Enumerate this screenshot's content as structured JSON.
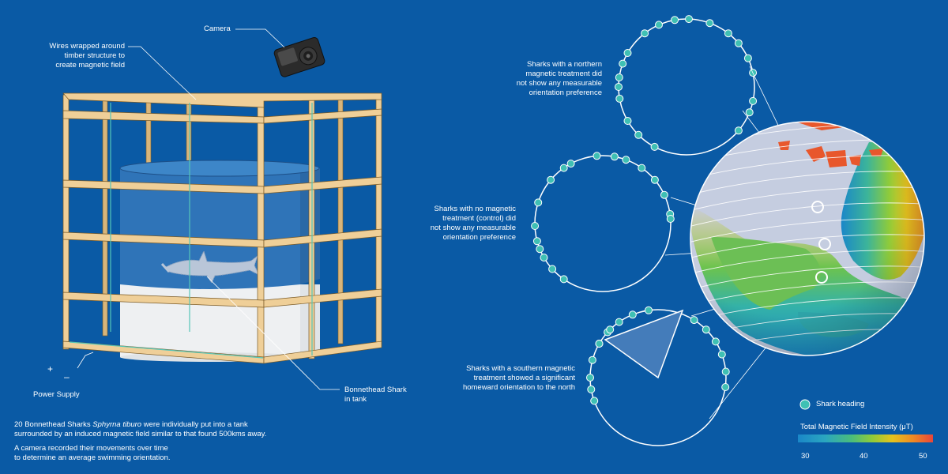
{
  "labels": {
    "camera": "Camera",
    "wires": [
      "Wires wrapped around",
      "timber structure to",
      "create magnetic field"
    ],
    "power_supply": "Power Supply",
    "plus": "+",
    "minus": "–",
    "shark_in_tank": [
      "Bonnethead Shark",
      "in tank"
    ],
    "northern": [
      "Sharks with a northern",
      "magnetic treatment did",
      "not show any measurable",
      "orientation preference"
    ],
    "control": [
      "Sharks with no magnetic",
      "treatment (control) did",
      "not show any measurable",
      "orientation preference"
    ],
    "southern": [
      "Sharks with a southern magnetic",
      "treatment showed a significant",
      "homeward orientation to the north"
    ]
  },
  "description": {
    "line1_pre": "20 Bonnethead Sharks ",
    "line1_species": "Sphyrna tiburo",
    "line1_post": " were individually put into a tank",
    "line2": "surrounded by an induced magnetic field similar to that found 500kms away.",
    "line3": "A camera recorded their movements over time",
    "line4": "to determine an average swimming orientation."
  },
  "legend": {
    "shark_heading": "Shark heading",
    "scale_title": "Total Magnetic Field Intensity (μT)",
    "ticks": [
      "30",
      "40",
      "50"
    ]
  },
  "colors": {
    "background": "#0a5aa5",
    "heading_dot": "#3fc0b4",
    "timber": "#efcf98",
    "tank": "#2f74b8",
    "accent_red": "#e8463a"
  },
  "icons": [
    "camera-icon",
    "shark-icon",
    "globe-icon"
  ]
}
